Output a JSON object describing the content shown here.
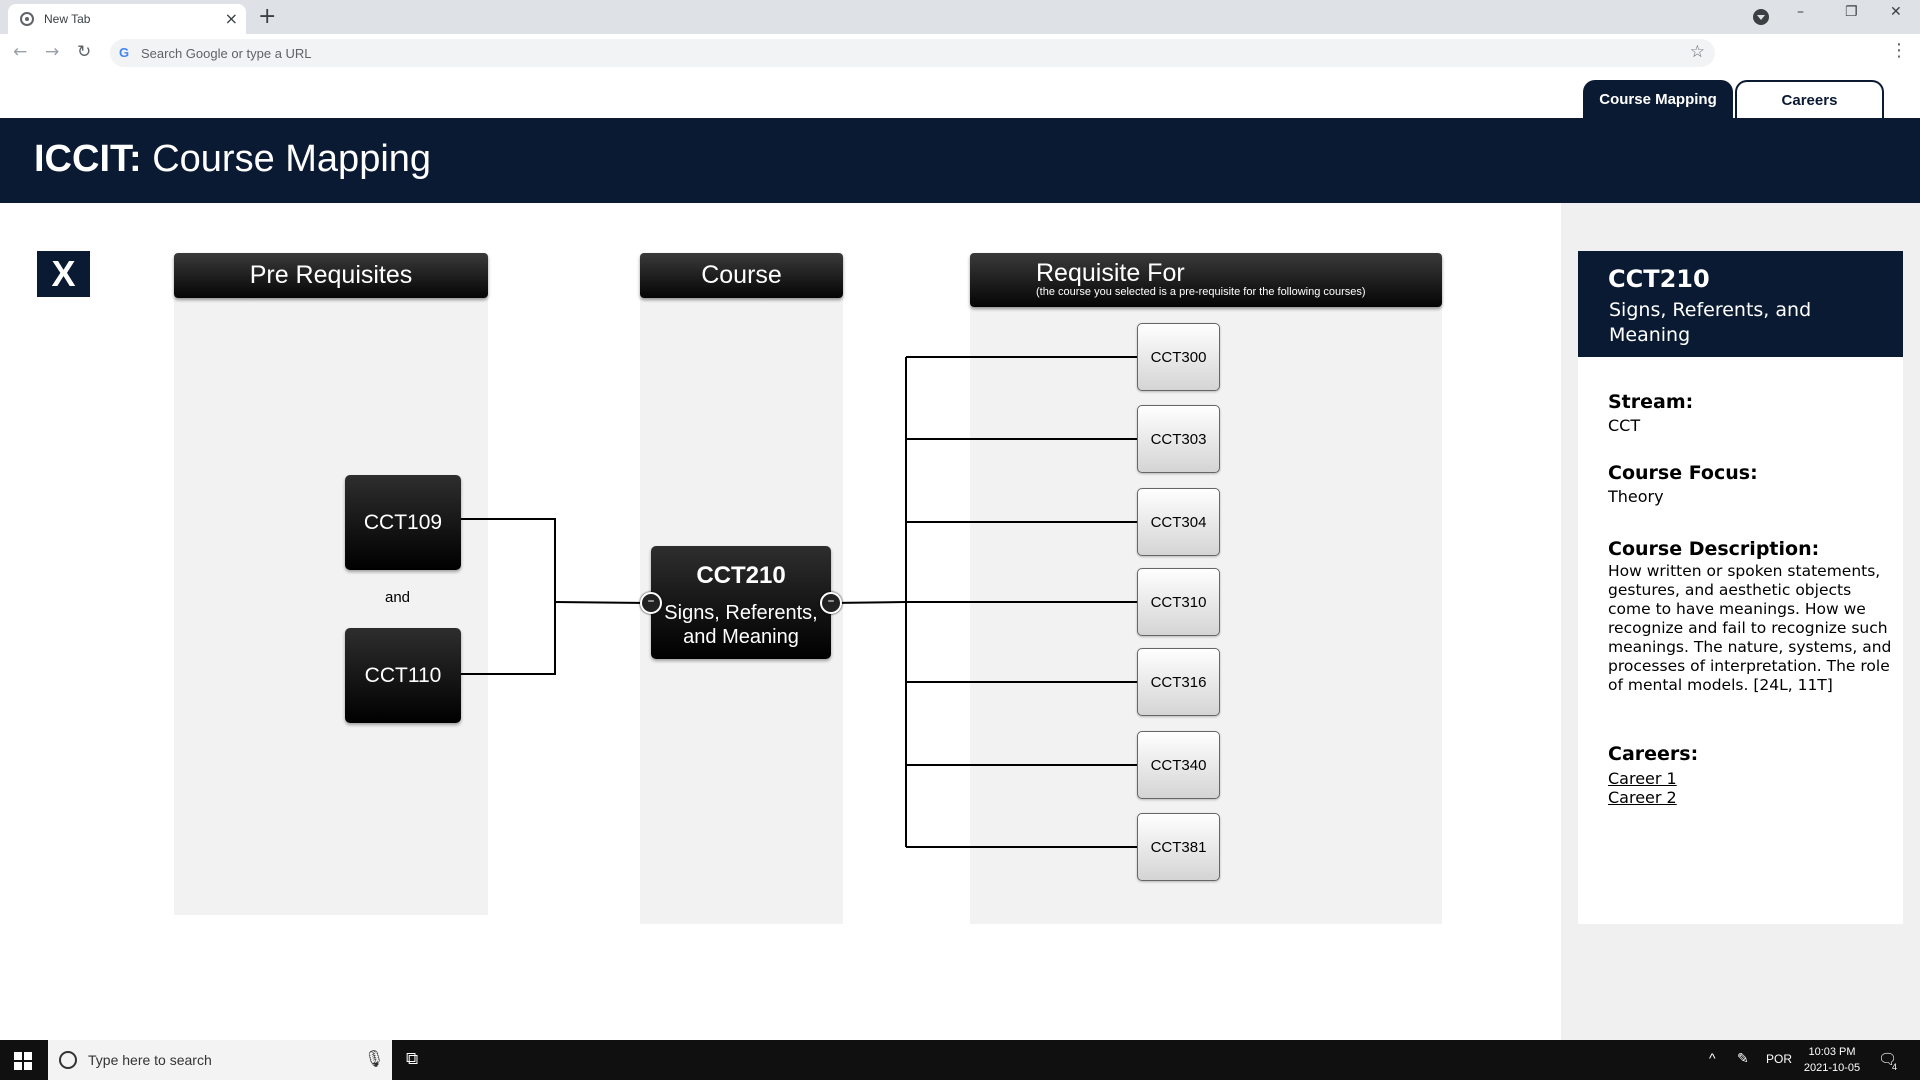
{
  "browser": {
    "tab_title": "New Tab",
    "tab_close": "×",
    "new_tab": "+",
    "address_placeholder": "Search Google or type a URL",
    "google_glyph": "G",
    "back": "←",
    "forward": "→",
    "reload": "↻",
    "bookmark": "☆",
    "menu": "⋮",
    "minimize": "–",
    "restore": "❐",
    "close": "✕"
  },
  "app": {
    "brand_bold": "ICCIT:",
    "brand_rest": " Course Mapping",
    "tabs": [
      {
        "label": "Course Mapping",
        "active": true
      },
      {
        "label": "Careers",
        "active": false
      }
    ],
    "close_label": "X"
  },
  "columns": {
    "prereq": "Pre Requisites",
    "course": "Course",
    "requisite_for": "Requisite For",
    "requisite_for_sub": "(the course you selected is a pre-requisite for the following courses)"
  },
  "prerequisites": {
    "items": [
      "CCT109",
      "CCT110"
    ],
    "joiner": "and"
  },
  "course": {
    "code": "CCT210",
    "name": "Signs, Referents, and Meaning",
    "port_symbol": "–"
  },
  "requisite_for": [
    "CCT300",
    "CCT303",
    "CCT304",
    "CCT310",
    "CCT316",
    "CCT340",
    "CCT381"
  ],
  "details": {
    "code": "CCT210",
    "name": "Signs, Referents, and Meaning",
    "stream_label": "Stream:",
    "stream": "CCT",
    "focus_label": "Course Focus:",
    "focus": "Theory",
    "description_label": "Course Description:",
    "description": "How written or spoken statements, gestures, and aesthetic objects come to have meanings. How we recognize and fail to recognize such meanings. The nature, systems, and processes of interpretation. The role of mental models. [24L, 11T]",
    "careers_label": "Careers:",
    "careers": [
      "Career 1",
      "Career 2"
    ]
  },
  "taskbar": {
    "search_placeholder": "Type here to search",
    "language": "POR",
    "time": "10:03 PM",
    "date": "2021-10-05",
    "notifications": "4"
  },
  "colors": {
    "navy": "#0b1a33",
    "panel_gray": "#f2f2f2"
  }
}
